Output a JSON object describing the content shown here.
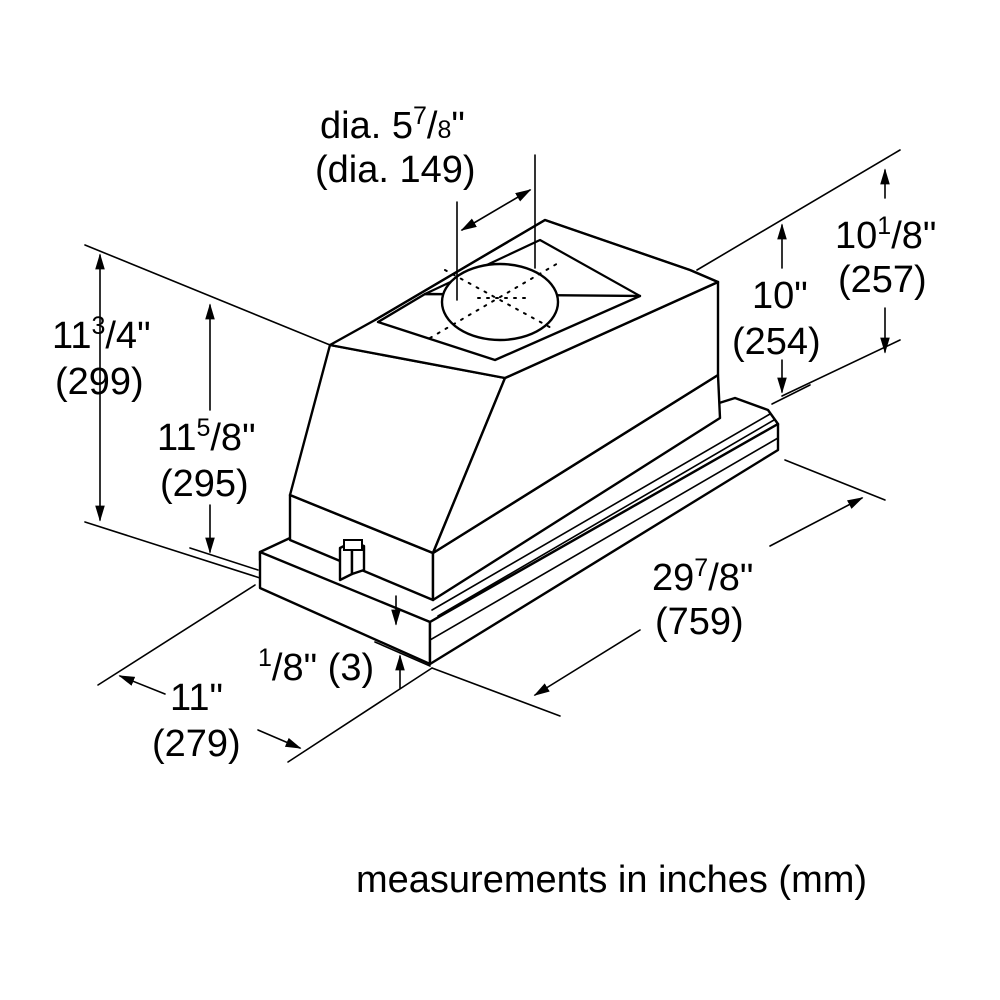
{
  "dimensions": {
    "duct": {
      "prefix": "dia. 5",
      "num": "7",
      "den": "8",
      "unit": "\"",
      "metric": "(dia. 149)"
    },
    "total_height": {
      "whole": "11",
      "num": "3",
      "den": "4",
      "unit": "\"",
      "metric": "(299)"
    },
    "body_height": {
      "whole": "11",
      "num": "5",
      "den": "8",
      "unit": "\"",
      "metric": "(295)"
    },
    "top_height_outer": {
      "whole": "10",
      "num": "1",
      "den": "8",
      "unit": "\"",
      "metric": "(257)"
    },
    "top_height_inner": {
      "imperial": "10\"",
      "metric": "(254)"
    },
    "width": {
      "whole": "29",
      "num": "7",
      "den": "8",
      "unit": "\"",
      "metric": "(759)"
    },
    "depth": {
      "imperial": "11\"",
      "metric": "(279)"
    },
    "lip": {
      "num": "1",
      "den": "8",
      "unit": "\"",
      "metric": "(3)"
    }
  },
  "caption": "measurements in inches (mm)"
}
